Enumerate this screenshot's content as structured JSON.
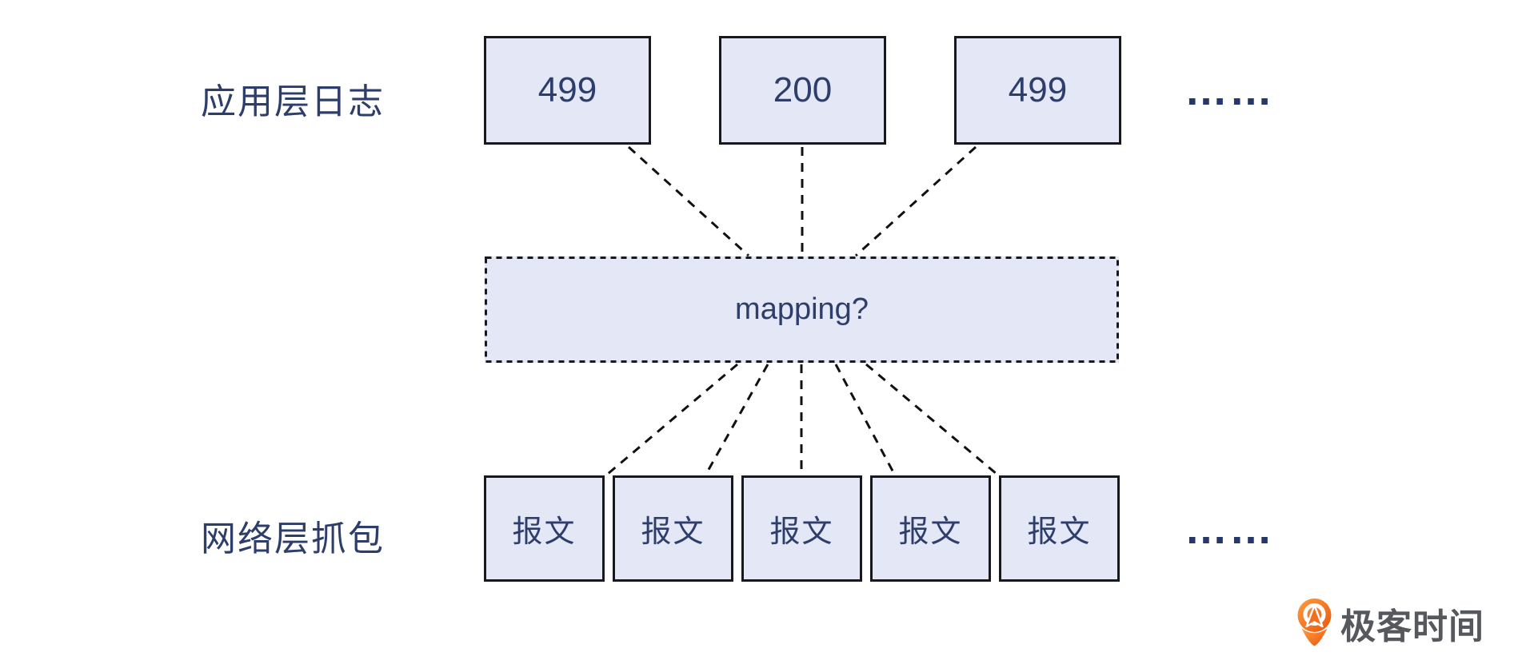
{
  "diagram": {
    "top_section": {
      "label": "应用层日志",
      "boxes": [
        {
          "value": "499"
        },
        {
          "value": "200"
        },
        {
          "value": "499"
        }
      ],
      "ellipsis": "……"
    },
    "mapping": {
      "label": "mapping?"
    },
    "bottom_section": {
      "label": "网络层抓包",
      "boxes": [
        {
          "value": "报文"
        },
        {
          "value": "报文"
        },
        {
          "value": "报文"
        },
        {
          "value": "报文"
        },
        {
          "value": "报文"
        }
      ],
      "ellipsis": "……"
    },
    "colors": {
      "box_fill": "#e3e7f6",
      "box_border": "#17191e",
      "connector_line": "#111111",
      "text_navy": "#2e3e6b",
      "ellipsis_dots": "#24386b"
    }
  },
  "branding": {
    "logo_icon": "geektime-pin-icon",
    "logo_text": "极客时间",
    "logo_orange": "#f26f1e",
    "logo_text_color": "#55585c"
  }
}
